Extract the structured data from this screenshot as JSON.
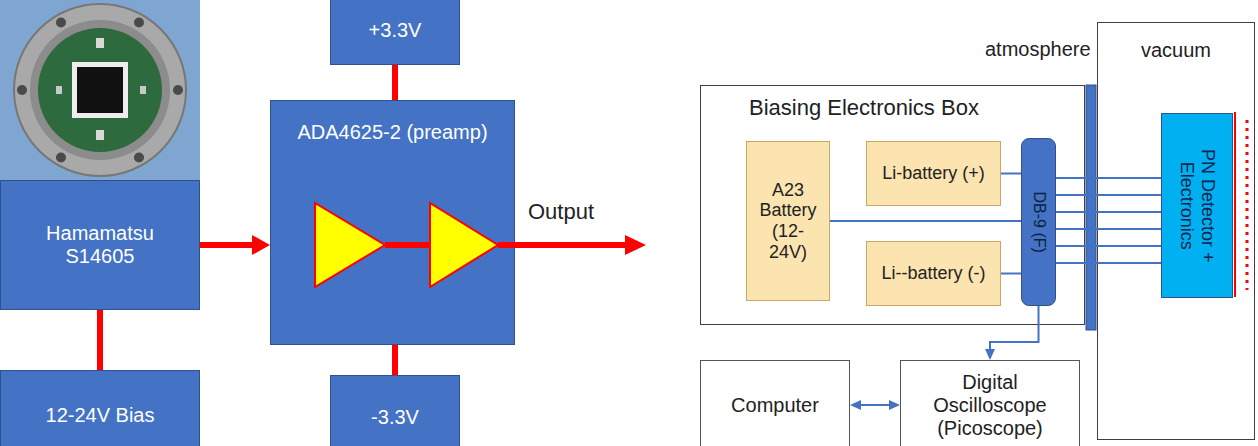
{
  "diagram": {
    "nodes": [
      {
        "text": [
          "Hamamatsu S14605"
        ]
      },
      {
        "text": [
          "12-24V Bias"
        ]
      },
      {
        "text": [
          "+3.3V"
        ]
      },
      {
        "text": [
          "ADA4625-2 (preamp)"
        ]
      },
      {
        "text": [
          "-3.3V"
        ]
      },
      {
        "text": [
          "Biasing Electronics Box"
        ]
      },
      {
        "text": [
          "A23 Battery (12-24V)"
        ],
        "in": 5
      },
      {
        "text": [
          "Li-battery (+)"
        ],
        "in": 5
      },
      {
        "text": [
          "Li--battery (-)"
        ],
        "in": 5
      },
      {
        "text": [
          "DB-9 (F)"
        ],
        "in": 5
      },
      {
        "text": [
          "vacuum"
        ]
      },
      {
        "text": [
          "PN Detector + Electronics"
        ],
        "in": 10
      },
      {
        "text": [
          "Computer"
        ]
      },
      {
        "text": [
          "Digital Oscilloscope (Picoscope)"
        ]
      }
    ],
    "edges": [
      {
        "from": 0,
        "to": 3,
        "arrow": "to"
      },
      {
        "from": 1,
        "to": 0,
        "arrow": "none"
      },
      {
        "from": 2,
        "to": 3,
        "arrow": "none"
      },
      {
        "from": 4,
        "to": 3,
        "arrow": "none"
      },
      {
        "from": 6,
        "to": 9,
        "arrow": "none"
      },
      {
        "from": 7,
        "to": 9,
        "arrow": "none"
      },
      {
        "from": 8,
        "to": 9,
        "arrow": "none"
      },
      {
        "from": 9,
        "to": 11,
        "arrow": "none"
      },
      {
        "from": 9,
        "to": 13,
        "arrow": "to"
      },
      {
        "from": 12,
        "to": 13,
        "arrow": "both"
      }
    ],
    "labels": [
      "Output",
      "atmosphere"
    ]
  }
}
